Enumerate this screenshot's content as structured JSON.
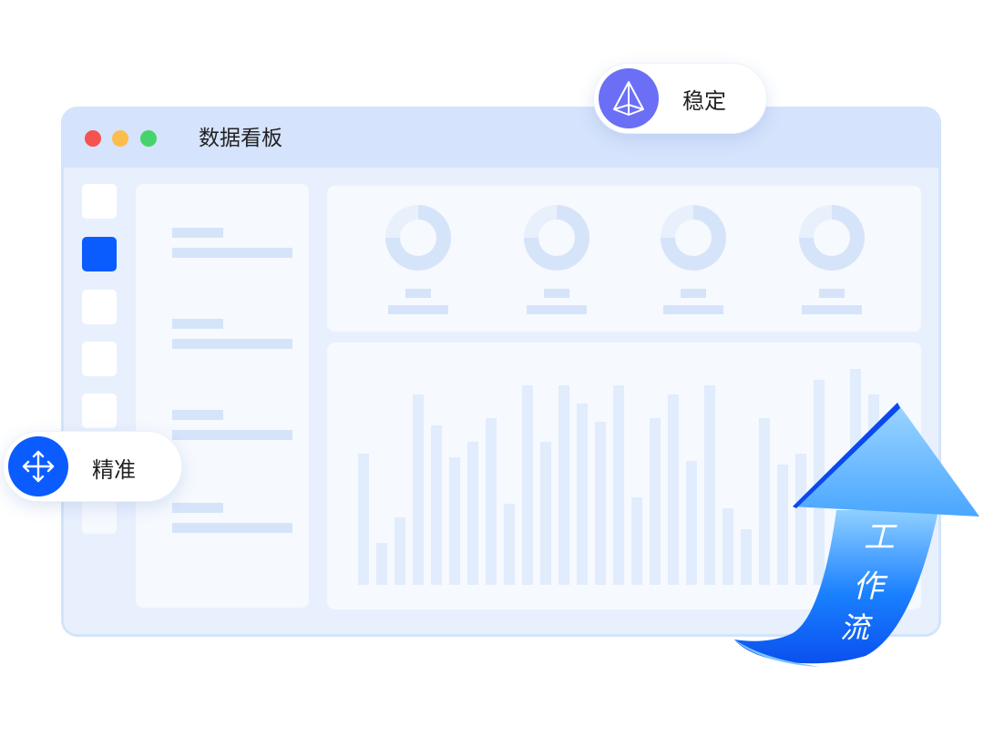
{
  "window": {
    "title": "数据看板",
    "traffic_lights": [
      "#f5534f",
      "#fbbd4b",
      "#46d36a"
    ]
  },
  "sidebar": {
    "active_index": 1,
    "accent": "#0a5cff"
  },
  "badges": {
    "stable": {
      "label": "稳定",
      "icon": "prism-icon",
      "color": "#6a6ff5"
    },
    "precise": {
      "label": "精准",
      "icon": "move-arrows-icon",
      "color": "#0a5cff"
    }
  },
  "arrow": {
    "label_chars": [
      "工",
      "作",
      "流"
    ],
    "color": "#1677ff"
  },
  "chart_data": {
    "type": "bar",
    "values": [
      176,
      56,
      90,
      255,
      213,
      171,
      191,
      223,
      108,
      267,
      191,
      267,
      243,
      218,
      267,
      117,
      223,
      255,
      166,
      267,
      103,
      74,
      223,
      161,
      176,
      274,
      null,
      289,
      255
    ],
    "donuts": [
      0.75,
      0.75,
      0.75,
      0.75
    ]
  }
}
